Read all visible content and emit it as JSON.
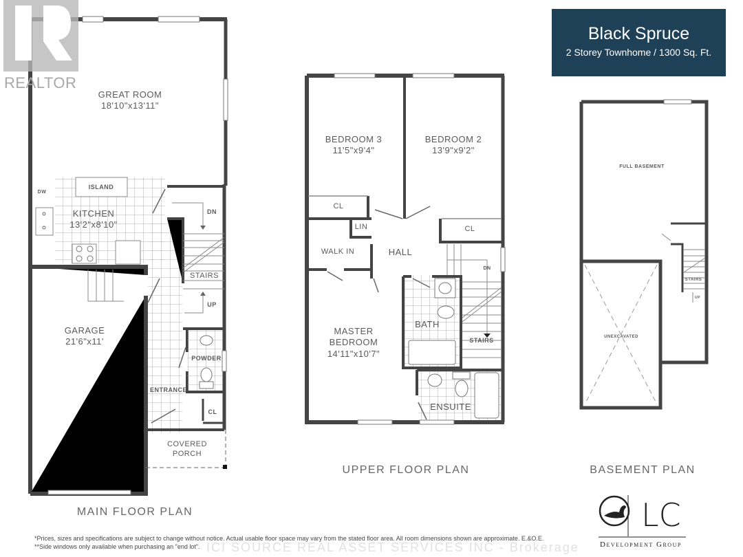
{
  "header": {
    "title": "Black Spruce",
    "subtitle": "2 Storey Townhome / 1300 Sq. Ft.",
    "title_bg_color": "#1e4157"
  },
  "watermark_logo": {
    "text": "REALTOR",
    "icon": "realtor-r-icon"
  },
  "main_floor": {
    "plan_title": "MAIN FLOOR PLAN",
    "rooms": [
      {
        "name": "GREAT ROOM",
        "dims": "18'10\"x13'11\""
      },
      {
        "name": "KITCHEN",
        "dims": "13'2\"x8'10\""
      },
      {
        "name": "GARAGE",
        "dims": "21'6\"x11'"
      },
      {
        "name": "COVERED",
        "name2": "PORCH"
      }
    ],
    "labels": {
      "island": "ISLAND",
      "dw": "DW",
      "dn": "DN",
      "stairs": "STAIRS",
      "up": "UP",
      "powder": "POWDER",
      "entrance": "ENTRANCE",
      "cl": "CL"
    }
  },
  "upper_floor": {
    "plan_title": "UPPER FLOOR PLAN",
    "rooms": [
      {
        "name": "BEDROOM 3",
        "dims": "11'5\"x9'4\""
      },
      {
        "name": "BEDROOM 2",
        "dims": "13'9\"x9'2\""
      },
      {
        "name": "MASTER",
        "name2": "BEDROOM",
        "dims": "14'11\"x10'7\""
      }
    ],
    "labels": {
      "cl_left": "CL",
      "cl_right": "CL",
      "lin": "LIN",
      "walk_in": "WALK IN",
      "hall": "HALL",
      "bath": "BATH",
      "ensuite": "ENSUITE",
      "dn": "DN",
      "stairs": "STAIRS"
    }
  },
  "basement": {
    "plan_title": "BASEMENT PLAN",
    "labels": {
      "full_basement": "FULL BASEMENT",
      "unexcavated": "UNEXCAVATED",
      "stairs": "STAIRS",
      "up": "UP"
    }
  },
  "brand": {
    "mark": "LC",
    "name": "Development Group",
    "icon": "loon-icon"
  },
  "footer": {
    "line1": "*Prices, sizes and specifications are subject to change without notice. Actual usable floor space may vary from the stated floor area. All room dimensions shown are approximate. E.&O.E.",
    "line2": "**Side windows only available when purchasing an \"end lot\".",
    "watermark": "ICI SOURCE REAL ASSET SERVICES INC - Brokerage"
  }
}
